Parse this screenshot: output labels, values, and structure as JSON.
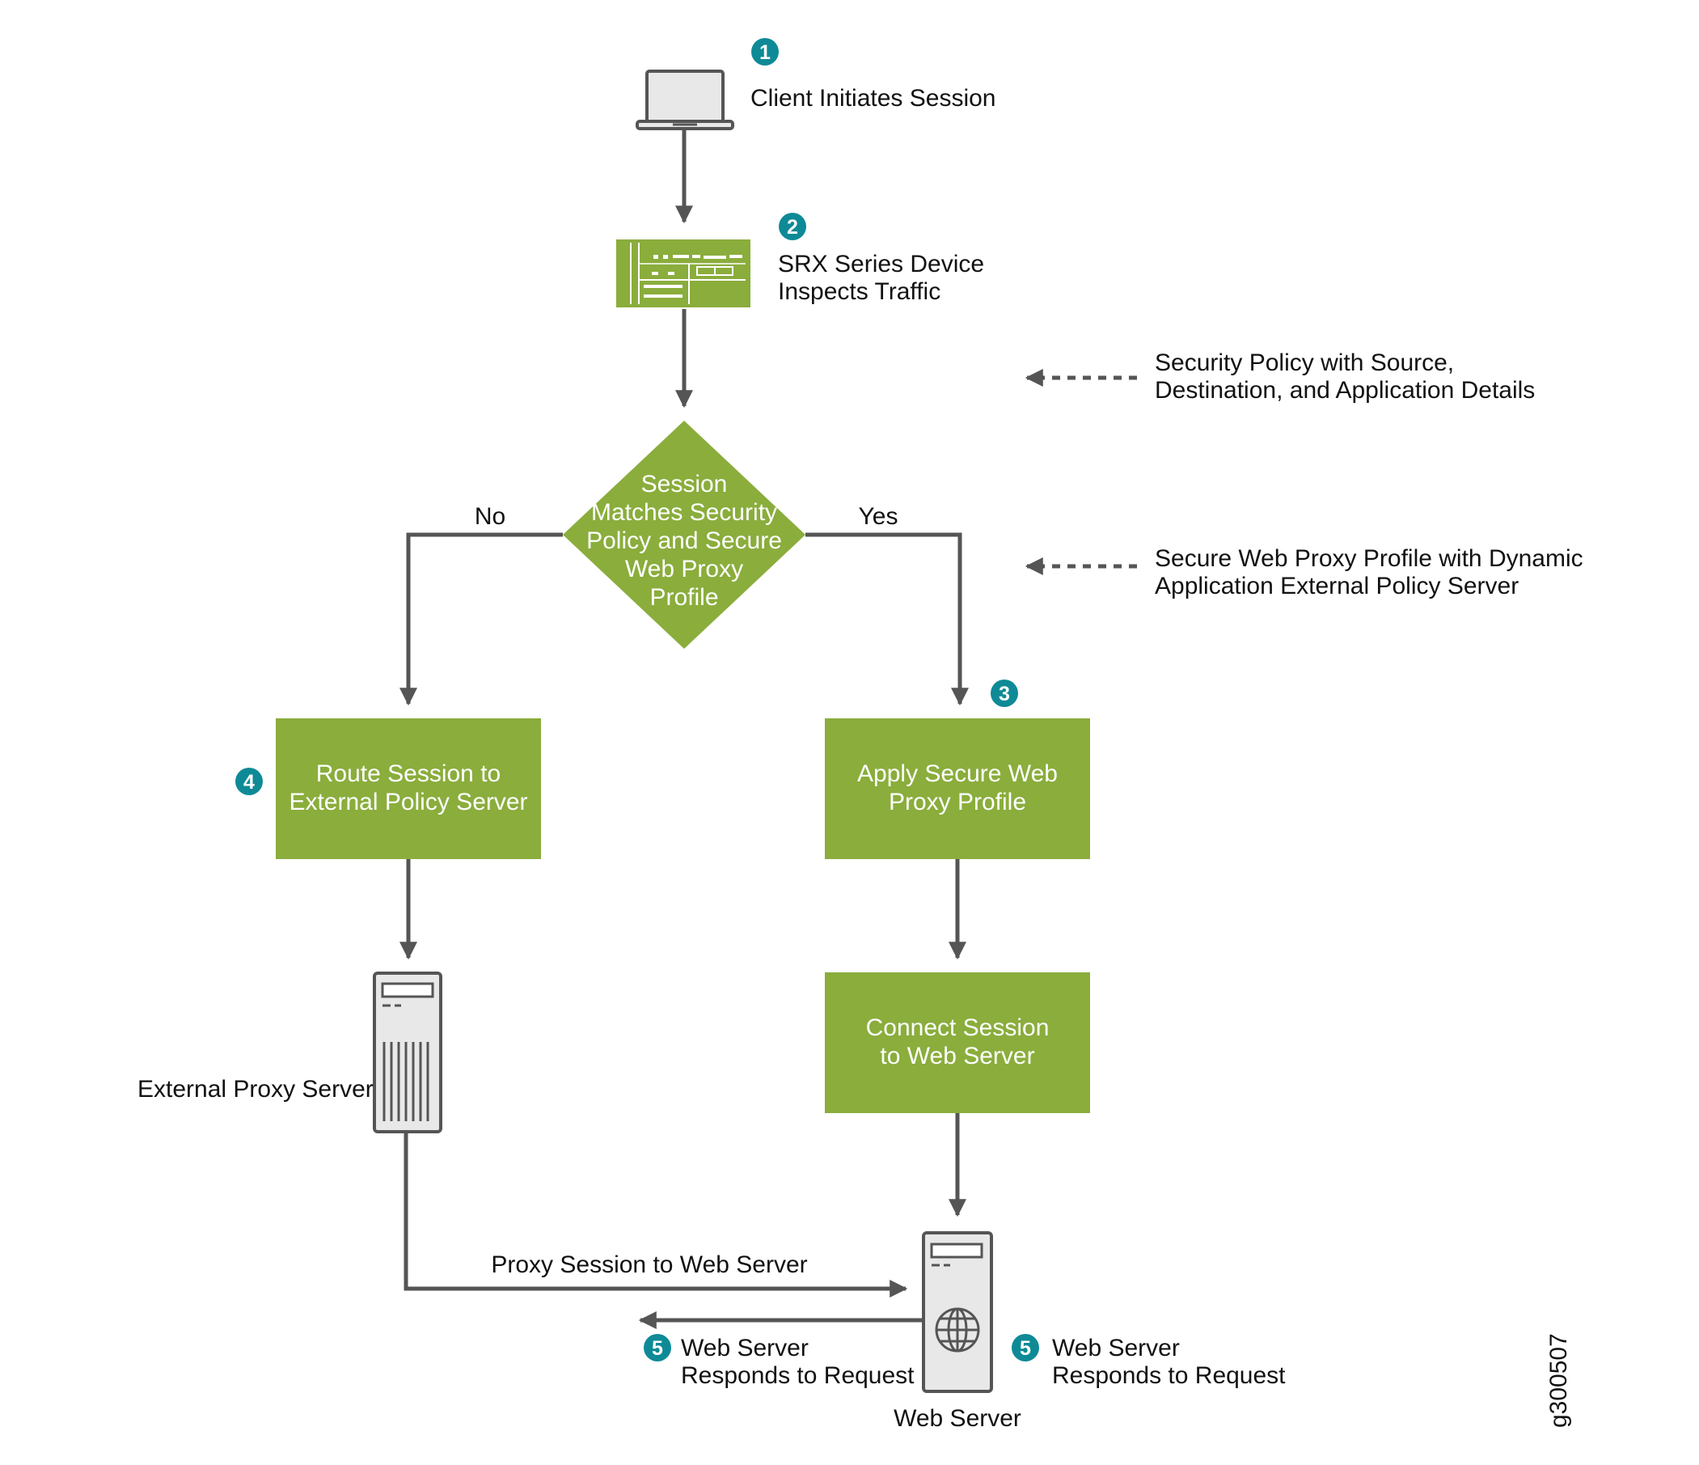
{
  "colors": {
    "green": "#8aad3c",
    "teal": "#0e8a96",
    "arrow": "#555555",
    "device_gray": "#e8e8e8"
  },
  "icons": {
    "client": "laptop-icon",
    "srx": "firewall-device-icon",
    "proxy": "server-tower-icon",
    "web": "web-server-globe-icon"
  },
  "steps": {
    "client": {
      "badge": "1",
      "label": "Client Initiates Session"
    },
    "srx": {
      "badge": "2",
      "line1": "SRX Series Device",
      "line2": "Inspects Traffic"
    },
    "decision": {
      "line1": "Session",
      "line2": "Matches Security",
      "line3": "Policy and Secure",
      "line4": "Web Proxy",
      "line5": "Profile",
      "no": "No",
      "yes": "Yes"
    },
    "apply": {
      "badge": "3",
      "line1": "Apply Secure Web",
      "line2": "Proxy Profile"
    },
    "route": {
      "badge": "4",
      "line1": "Route Session to",
      "line2": "External Policy Server"
    },
    "connect": {
      "line1": "Connect Session",
      "line2": "to Web Server"
    },
    "external_proxy": {
      "label": "External Proxy Server"
    },
    "proxy_session": {
      "label": "Proxy Session to Web Server"
    },
    "web_server": {
      "label": "Web Server"
    },
    "respond_left": {
      "badge": "5",
      "line1": "Web Server",
      "line2": "Responds to Request"
    },
    "respond_right": {
      "badge": "5",
      "line1": "Web Server",
      "line2": "Responds to Request"
    }
  },
  "notes": {
    "security_policy": {
      "line1": "Security Policy with Source,",
      "line2": "Destination, and Application Details"
    },
    "swp_profile": {
      "line1": "Secure Web Proxy Profile with Dynamic",
      "line2": "Application External Policy Server"
    }
  },
  "figure_id": "g300507"
}
